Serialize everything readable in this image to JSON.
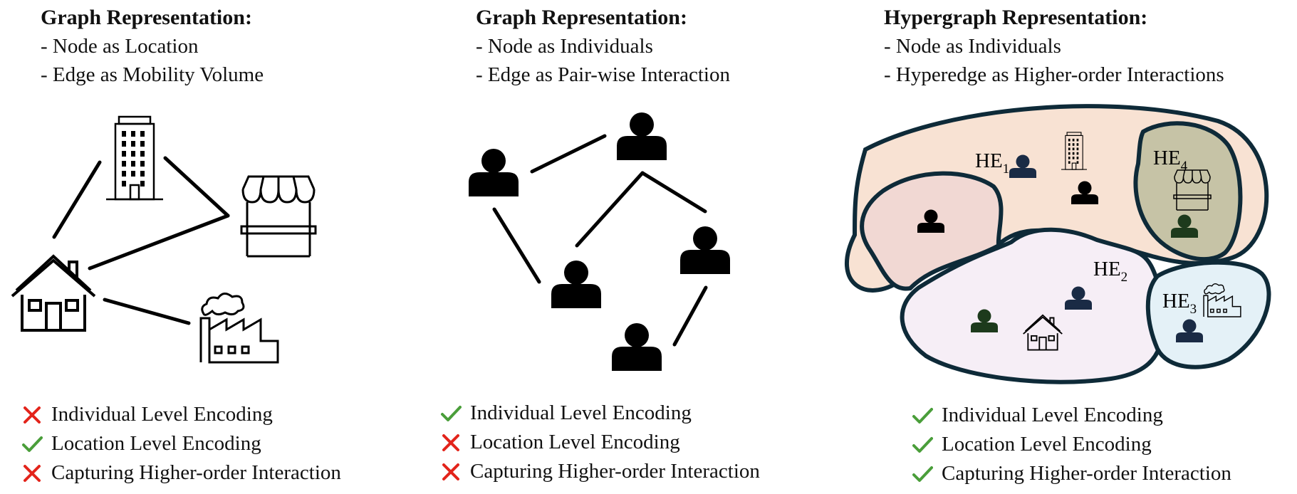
{
  "panels": [
    {
      "title": "Graph Representation:",
      "lines": [
        "- Node as Location",
        "- Edge as Mobility Volume"
      ],
      "checks": [
        {
          "status": "cross",
          "label": "Individual Level Encoding"
        },
        {
          "status": "check",
          "label": "Location Level Encoding"
        },
        {
          "status": "cross",
          "label": "Capturing Higher-order Interaction"
        }
      ]
    },
    {
      "title": "Graph Representation:",
      "lines": [
        "- Node as Individuals",
        "- Edge as Pair-wise Interaction"
      ],
      "checks": [
        {
          "status": "check",
          "label": "Individual Level Encoding"
        },
        {
          "status": "cross",
          "label": "Location Level Encoding"
        },
        {
          "status": "cross",
          "label": "Capturing Higher-order Interaction"
        }
      ]
    },
    {
      "title": "Hypergraph Representation:",
      "lines": [
        "- Node as Individuals",
        "- Hyperedge as Higher-order Interactions"
      ],
      "checks": [
        {
          "status": "check",
          "label": "Individual Level Encoding"
        },
        {
          "status": "check",
          "label": "Location Level Encoding"
        },
        {
          "status": "check",
          "label": "Capturing Higher-order Interaction"
        }
      ]
    }
  ],
  "hyperedges": [
    {
      "label": "HE",
      "sub": "1"
    },
    {
      "label": "HE",
      "sub": "2"
    },
    {
      "label": "HE",
      "sub": "3"
    },
    {
      "label": "HE",
      "sub": "4"
    }
  ],
  "colors": {
    "check": "#4a9e3a",
    "cross": "#e3241b",
    "he1_fill": "#f8e2d3",
    "he2_fill": "#f6eef6",
    "he3_fill": "#e4f1f7",
    "he4_fill": "#c6c3a6",
    "inner_fill": "#f1d8d3",
    "outline": "#0e2a38",
    "person_navy": "#1a2b45",
    "person_green": "#1d3a1c"
  },
  "icons": [
    "building-icon",
    "store-icon",
    "house-icon",
    "factory-icon",
    "person-icon"
  ]
}
